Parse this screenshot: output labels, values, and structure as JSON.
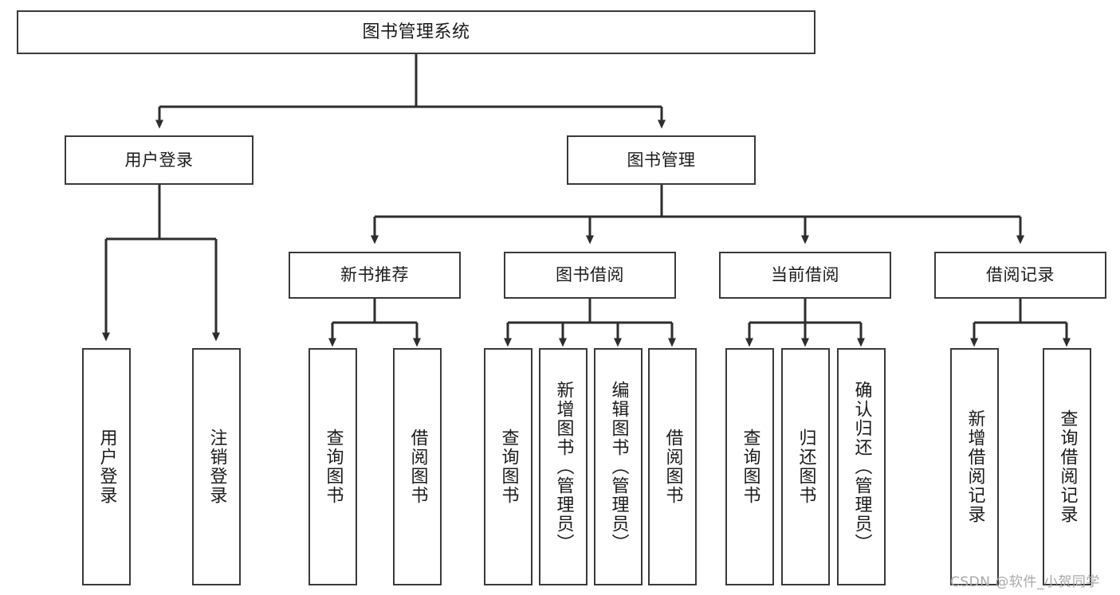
{
  "diagram": {
    "type": "tree",
    "title": "图书管理系统",
    "root": {
      "label": "图书管理系统"
    },
    "level2": [
      {
        "label": "用户登录"
      },
      {
        "label": "图书管理"
      }
    ],
    "level3": [
      {
        "label": "新书推荐"
      },
      {
        "label": "图书借阅"
      },
      {
        "label": "当前借阅"
      },
      {
        "label": "借阅记录"
      }
    ],
    "leaves": {
      "user_login": [
        {
          "label": "用户登录"
        },
        {
          "label": "注销登录"
        }
      ],
      "new_book_recommend": [
        {
          "label": "查询图书"
        },
        {
          "label": "借阅图书"
        }
      ],
      "book_borrow": [
        {
          "label": "查询图书"
        },
        {
          "label": "新增图书（管理员）"
        },
        {
          "label": "编辑图书（管理员）"
        },
        {
          "label": "借阅图书"
        }
      ],
      "current_borrow": [
        {
          "label": "查询图书"
        },
        {
          "label": "归还图书"
        },
        {
          "label": "确认归还（管理员）"
        }
      ],
      "borrow_record": [
        {
          "label": "新增借阅记录"
        },
        {
          "label": "查询借阅记录"
        }
      ]
    }
  },
  "watermark": {
    "text": "CSDN @软件_小贺同学"
  },
  "colors": {
    "stroke": "#3a3a3a",
    "fill": "#ffffff",
    "text": "#1b1b1b",
    "watermark": "#a8a8a8"
  }
}
